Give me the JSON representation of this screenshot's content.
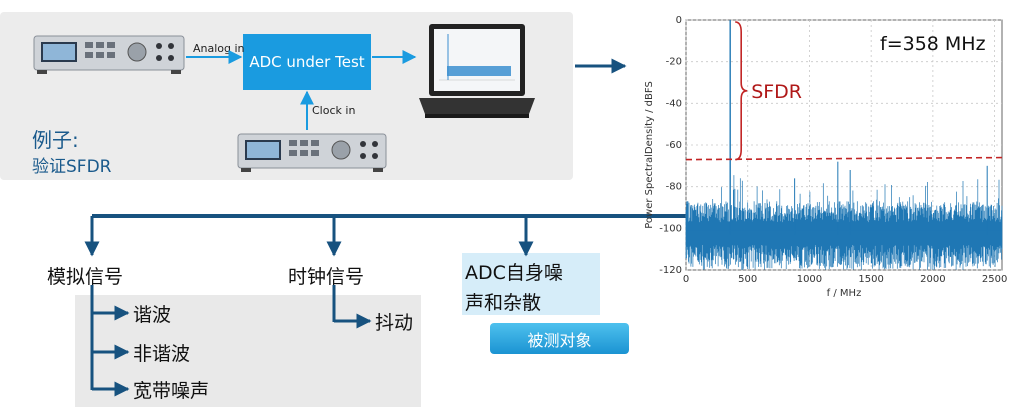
{
  "diagram": {
    "analog_in_label": "Analog in",
    "clock_in_label": "Clock in",
    "adc_box_label": "ADC under Test",
    "example_title": "例子:",
    "example_subtitle": "验证SFDR",
    "branch_analog": "模拟信号",
    "branch_clock": "时钟信号",
    "branch_adc_line1": "ADC自身噪",
    "branch_adc_line2": "声和杂散",
    "dut_badge": "被测对象",
    "analog_items": [
      "谐波",
      "非谐波",
      "宽带噪声"
    ],
    "clock_items": [
      "抖动"
    ],
    "colors": {
      "accent": "#1a9be0",
      "arrow": "#17527f",
      "panel": "#ececec",
      "sfdr": "#b01818"
    }
  },
  "chart_data": {
    "type": "line",
    "ylabel": "Power SpectralDensity / dBFS",
    "xlabel": "f / MHz",
    "xlim": [
      0,
      2560
    ],
    "ylim": [
      -120,
      0
    ],
    "xticks": [
      0,
      500,
      1000,
      1500,
      2000,
      2500
    ],
    "yticks": [
      0,
      -20,
      -40,
      -60,
      -80,
      -100,
      -120
    ],
    "annotation_freq": "f=358 MHz",
    "annotation_sfdr": "SFDR",
    "fundamental": {
      "x": 358,
      "y": 0
    },
    "sfdr_threshold_dbfs": -67,
    "noise_floor_dbfs": -103,
    "spurs": [
      {
        "x": 1230,
        "y": -68
      },
      {
        "x": 2440,
        "y": -70
      },
      {
        "x": 1330,
        "y": -72
      },
      {
        "x": 880,
        "y": -76
      }
    ],
    "series_color": "#1f77b4",
    "grid": true
  }
}
